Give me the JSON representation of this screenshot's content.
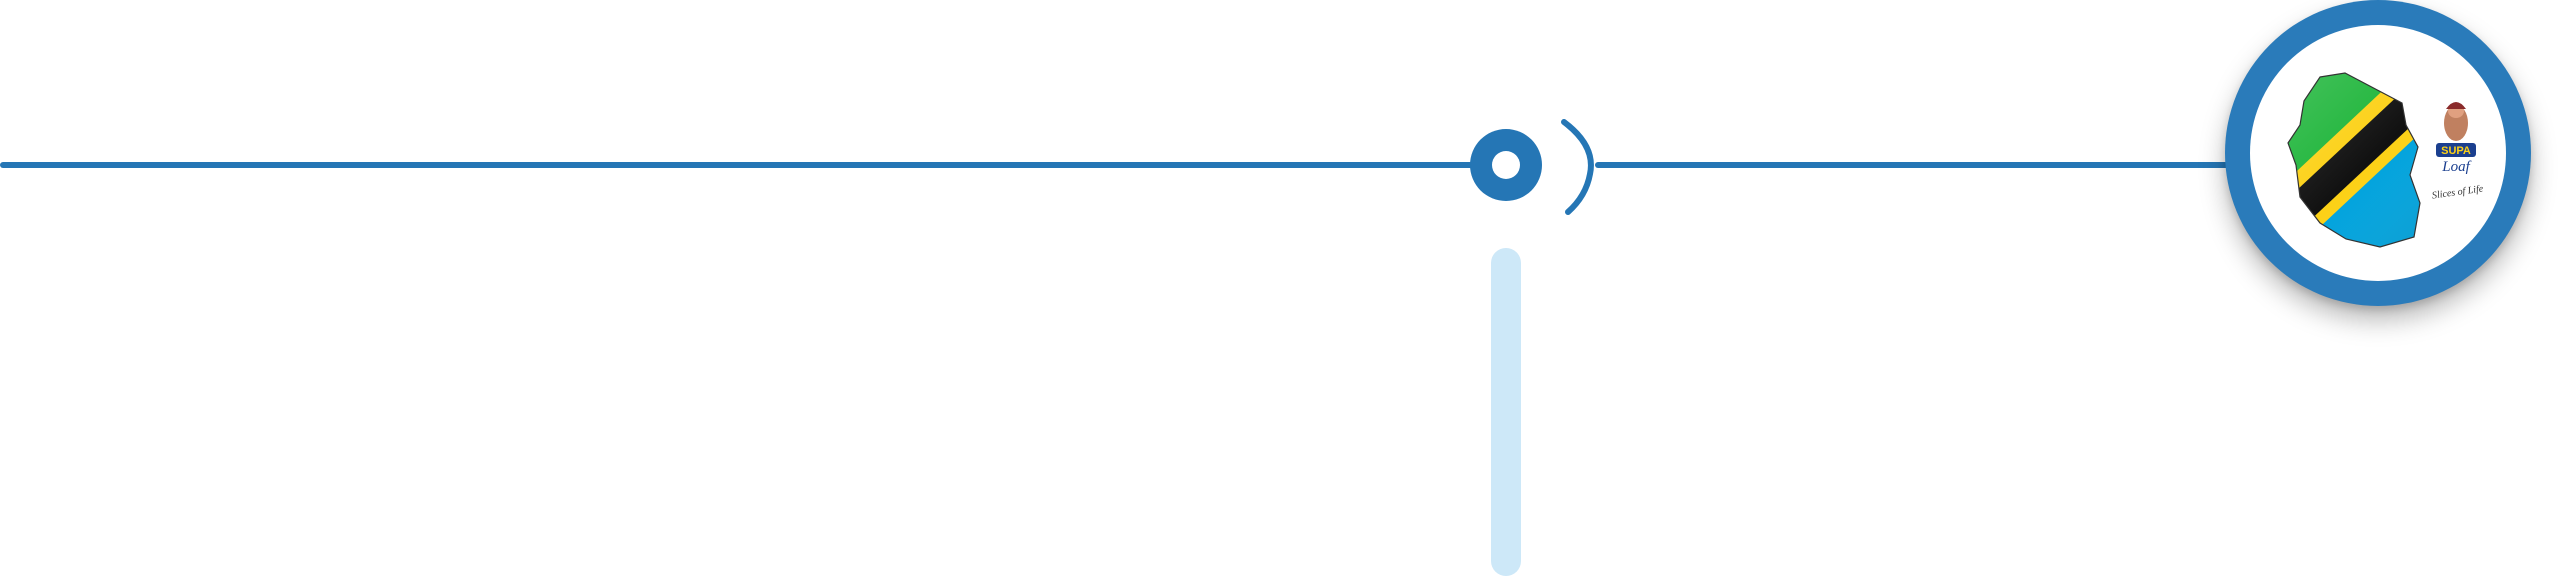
{
  "app": {
    "accent_color": "#2576b5",
    "slider_color": "#cde8f8"
  },
  "player": {
    "play_icon": "record-dot-icon",
    "volume_icon": "sound-wave-icon"
  },
  "logo": {
    "brand_text": "SUPA",
    "brand_subtext": "Loaf",
    "tagline": "Slices of Life",
    "flag_colors": [
      "#1eb53a",
      "#fcd116",
      "#000000",
      "#00a3dd"
    ]
  }
}
